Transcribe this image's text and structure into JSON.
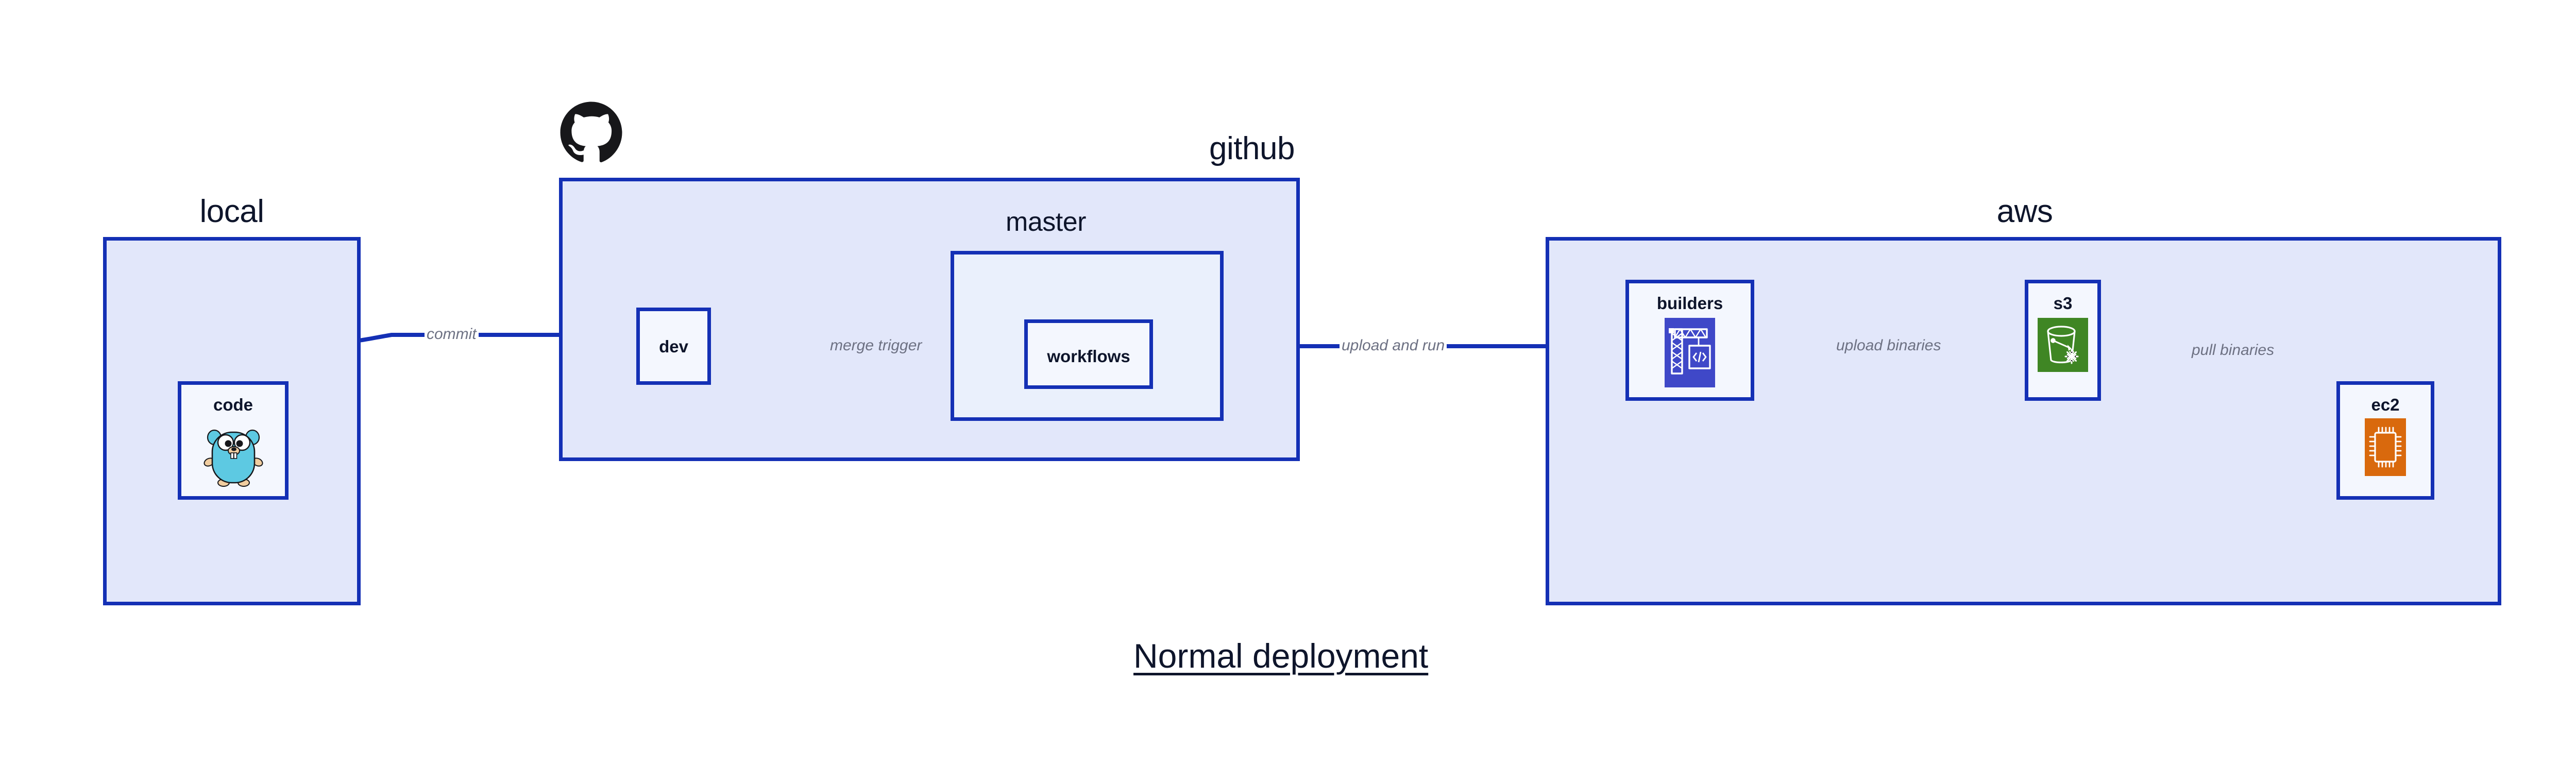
{
  "diagram": {
    "title": "Normal deployment",
    "type": "architecture-flow-diagram"
  },
  "groups": [
    {
      "id": "local",
      "label": "local"
    },
    {
      "id": "github",
      "label": "github"
    },
    {
      "id": "aws",
      "label": "aws"
    }
  ],
  "subgroups": [
    {
      "id": "master",
      "label": "master",
      "parent": "github"
    }
  ],
  "nodes": [
    {
      "id": "code",
      "label": "code",
      "parent": "local",
      "icon": "go-gopher-icon"
    },
    {
      "id": "dev",
      "label": "dev",
      "parent": "github",
      "icon": null
    },
    {
      "id": "workflows",
      "label": "workflows",
      "parent": "master",
      "icon": null
    },
    {
      "id": "builders",
      "label": "builders",
      "parent": "aws",
      "icon": "aws-codebuild-crane-icon"
    },
    {
      "id": "s3",
      "label": "s3",
      "parent": "aws",
      "icon": "aws-s3-bucket-icon"
    },
    {
      "id": "ec2",
      "label": "ec2",
      "parent": "aws",
      "icon": "aws-ec2-chip-icon"
    }
  ],
  "edges": [
    {
      "id": "commit",
      "from": "code",
      "to": "dev",
      "label": "commit"
    },
    {
      "id": "merge-trigger",
      "from": "dev",
      "to": "workflows",
      "label": "merge trigger"
    },
    {
      "id": "upload-and-run",
      "from": "workflows",
      "to": "builders",
      "label": "upload and run"
    },
    {
      "id": "upload-binaries",
      "from": "builders",
      "to": "s3",
      "label": "upload binaries"
    },
    {
      "id": "pull-binaries",
      "from": "s3",
      "to": "ec2",
      "label": "pull binaries"
    }
  ],
  "logos": [
    {
      "id": "github-logo",
      "name": "github-octocat-logo"
    }
  ],
  "colors": {
    "edge": "#1430b5",
    "group_border": "#1430b5",
    "group_fill": "#e2e7fa",
    "subgroup_fill": "#eaf0fc",
    "node_fill": "#f4f7fe",
    "label_text": "#0e152b",
    "edge_label_text": "#6d7183",
    "icon_builders": "#3f48c8",
    "icon_s3": "#3f8624",
    "icon_ec2": "#d9690d",
    "gopher_body": "#5dc9e2",
    "background": "#ffffff"
  }
}
